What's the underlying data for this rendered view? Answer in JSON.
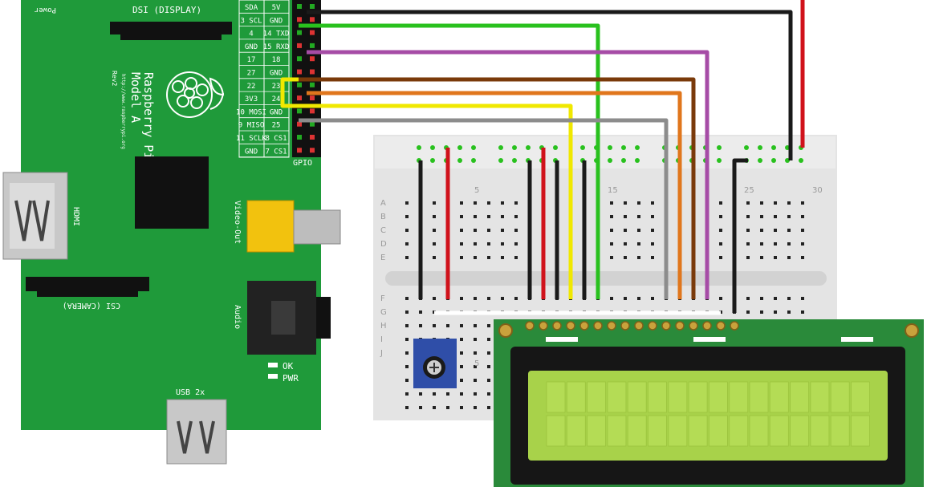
{
  "raspberry_pi": {
    "model_lines": [
      "Raspberry Pi",
      "Model A"
    ],
    "url": "http://www.raspberrypi.org",
    "rev": "Rev2",
    "label_power": "Power",
    "label_dsi": "DSI (DISPLAY)",
    "label_csi": "CSI (CAMERA)",
    "label_hdmi": "HDMI",
    "label_video": "Video-Out",
    "label_audio": "Audio",
    "label_usb": "USB 2x",
    "label_gpio": "GPIO",
    "led_ok": "OK",
    "led_pwr": "PWR",
    "gpio_rows": [
      [
        "SDA",
        "5V"
      ],
      [
        "3 SCL",
        "GND"
      ],
      [
        "4",
        "14 TXD"
      ],
      [
        "GND",
        "15 RXD"
      ],
      [
        "17",
        "18"
      ],
      [
        "27",
        "GND"
      ],
      [
        "22",
        "23"
      ],
      [
        "3V3",
        "24"
      ],
      [
        "10 MOSI",
        "GND"
      ],
      [
        "9 MISO",
        "25"
      ],
      [
        "11 SCLK",
        "8 CS1"
      ],
      [
        "GND",
        "7 CS1"
      ]
    ]
  },
  "breadboard": {
    "row_letters_top": [
      "A",
      "B",
      "C",
      "D",
      "E"
    ],
    "row_letters_bottom": [
      "F",
      "G",
      "H",
      "I",
      "J"
    ],
    "column_numbers": [
      "5",
      "15",
      "25",
      "30"
    ]
  },
  "wires": [
    {
      "name": "black-gnd-wire",
      "color": "#1a1a1a"
    },
    {
      "name": "red-5v-wire",
      "color": "#d0121b"
    },
    {
      "name": "green-gpio4-wire",
      "color": "#29c11e"
    },
    {
      "name": "purple-gpio18-wire",
      "color": "#a64ca6"
    },
    {
      "name": "brown-gpio23-wire",
      "color": "#7a3a0a"
    },
    {
      "name": "orange-gpio24-wire",
      "color": "#e0761c"
    },
    {
      "name": "yellow-gpio22-wire",
      "color": "#f0e800"
    },
    {
      "name": "gray-gpio25-wire",
      "color": "#8c8c8c"
    }
  ],
  "colors": {
    "pcb": "#1f9a3a",
    "breadboard": "#e6e6e6",
    "lcd_board": "#2a8a3a",
    "lcd_screen": "#a8d24a"
  }
}
